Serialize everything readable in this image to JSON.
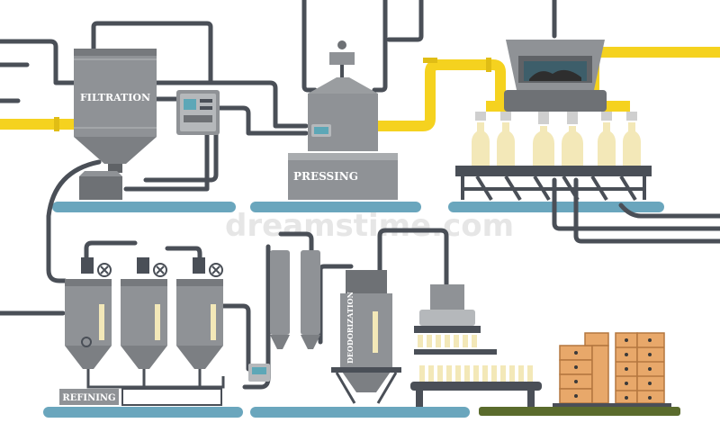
{
  "labels": {
    "filtration": "FILTRATION",
    "pressing": "PRESSING",
    "refining": "REFINING",
    "deodorization": "DEODORIZATION"
  },
  "watermark": "dreamstime.com",
  "colors": {
    "pipe_dark": "#4a4f57",
    "pipe_yellow": "#f5d21f",
    "tank_gray": "#8f9296",
    "tank_light": "#b5b8bb",
    "platform_blue": "#6aa6bd",
    "platform_green": "#5a6b2c",
    "crate": "#e8a86a",
    "oil": "#f3e8b8"
  }
}
